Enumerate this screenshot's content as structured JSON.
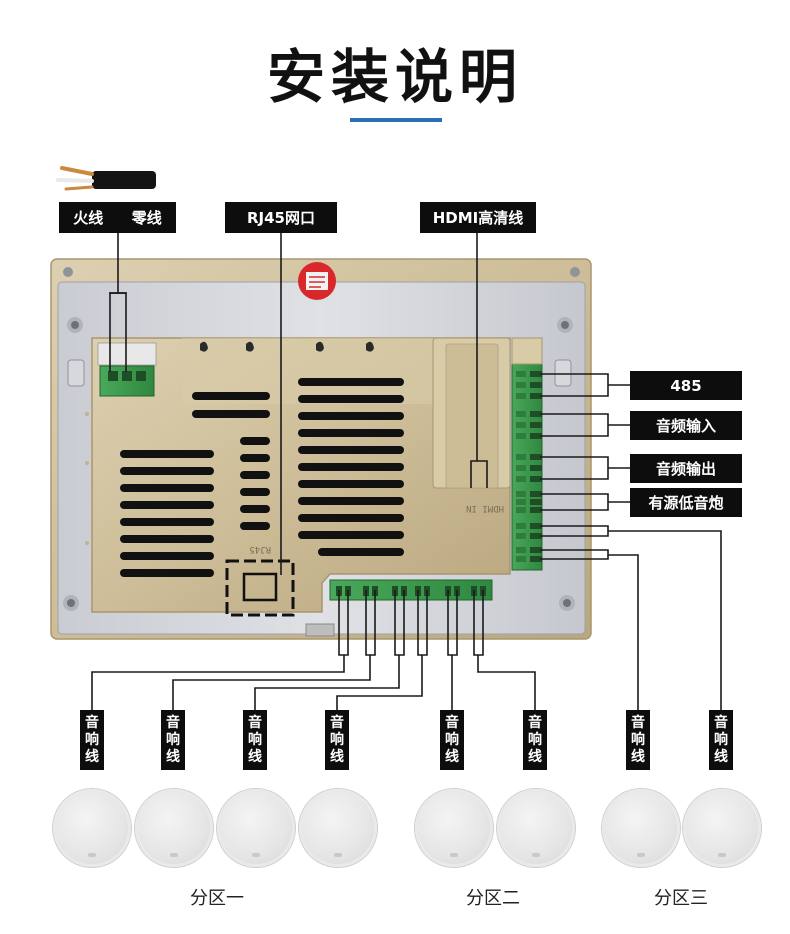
{
  "title": "安装说明",
  "labels": {
    "live": "火线",
    "neutral": "零线",
    "rj45": "RJ45网口",
    "hdmi": "HDMI高清线",
    "p485": "485",
    "audio_in": "音频输入",
    "audio_out": "音频输出",
    "subwoofer": "有源低音炮"
  },
  "board_prints": {
    "rj45": "RJ45",
    "hdmi": "HDMI  IN"
  },
  "speaker_label": [
    "音",
    "响",
    "线"
  ],
  "zones": [
    "分区一",
    "分区二",
    "分区三"
  ],
  "colors": {
    "panel_gold": "#d3c3a0",
    "label_bg": "#0d0d0d",
    "connector_green": "#3f9a4d",
    "accent_blue": "#2a6fb4"
  }
}
